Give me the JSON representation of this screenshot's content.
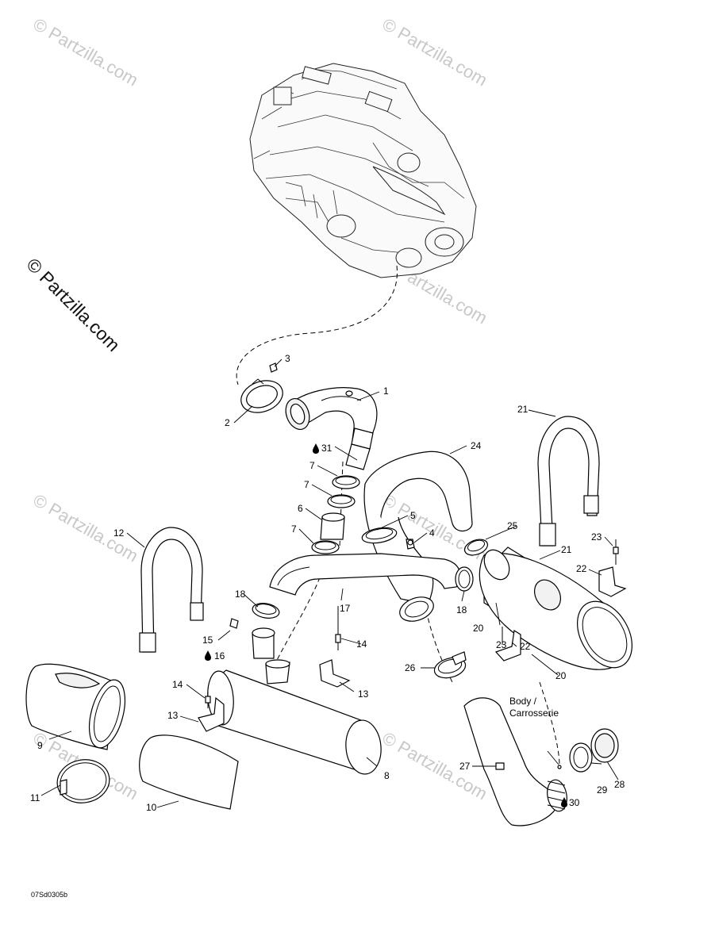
{
  "watermarks": {
    "text": "© Partzilla.com",
    "side_text": "© Partzilla.com"
  },
  "drawing_code": "07Sd0305b",
  "body_note": {
    "line1": "Body /",
    "line2": "Carrosserie"
  },
  "callouts": {
    "c1": "1",
    "c2": "2",
    "c3": "3",
    "c4": "4",
    "c5": "5",
    "c6": "6",
    "c7a": "7",
    "c7b": "7",
    "c7c": "7",
    "c8": "8",
    "c9": "9",
    "c10": "10",
    "c11": "11",
    "c12": "12",
    "c13a": "13",
    "c13b": "13",
    "c14a": "14",
    "c14b": "14",
    "c15": "15",
    "c16": "16",
    "c17": "17",
    "c18a": "18",
    "c18b": "18",
    "c20a": "20",
    "c20b": "20",
    "c21a": "21",
    "c21b": "21",
    "c22a": "22",
    "c22b": "22",
    "c23a": "23",
    "c23b": "23",
    "c24": "24",
    "c25": "25",
    "c26": "26",
    "c27": "27",
    "c28": "28",
    "c29": "29",
    "c30": "30",
    "c31": "31"
  },
  "icons": {
    "drop": "oil-drop-icon"
  }
}
